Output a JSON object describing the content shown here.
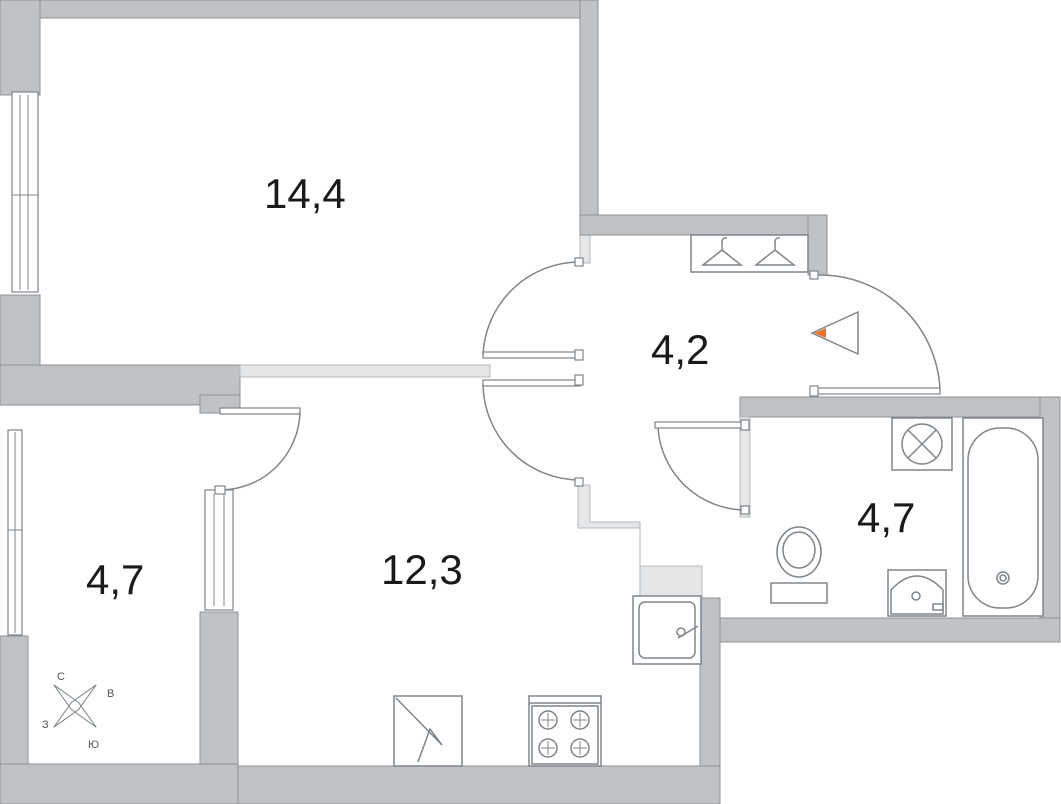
{
  "rooms": {
    "room_large": {
      "area": "14,4"
    },
    "hallway": {
      "area": "4,2"
    },
    "bathroom": {
      "area": "4,7"
    },
    "kitchen": {
      "area": "12,3"
    },
    "loggia": {
      "area": "4,7"
    }
  },
  "compass": {
    "north": "С",
    "east": "В",
    "south": "Ю",
    "west": "З"
  },
  "colors": {
    "wall": "#bfc3c6",
    "wall_light": "#e4e6e7",
    "line": "#7e858a",
    "marker": "#e8752c"
  },
  "icons": [
    "hanger-icon",
    "ventilation-icon",
    "bathtub-icon",
    "toilet-icon",
    "washbasin-icon",
    "kitchen-sink-icon",
    "stove-icon",
    "electric-panel-icon",
    "compass-icon",
    "entrance-marker-icon"
  ]
}
